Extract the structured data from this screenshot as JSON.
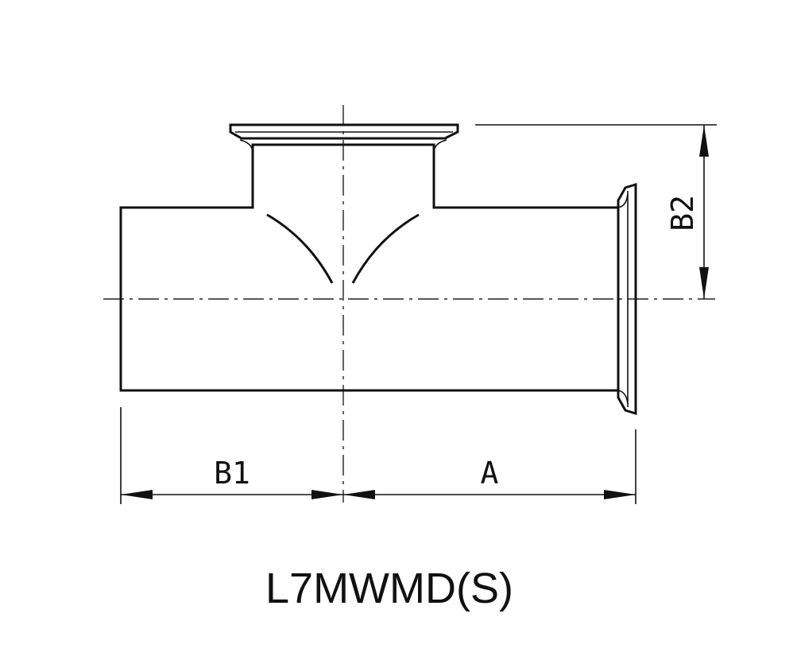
{
  "labels": {
    "dim_a": "A",
    "dim_b1": "B1",
    "dim_b2": "B2",
    "model": "L7MWMD(S)"
  },
  "colors": {
    "line": "#111111",
    "background": "#ffffff"
  }
}
